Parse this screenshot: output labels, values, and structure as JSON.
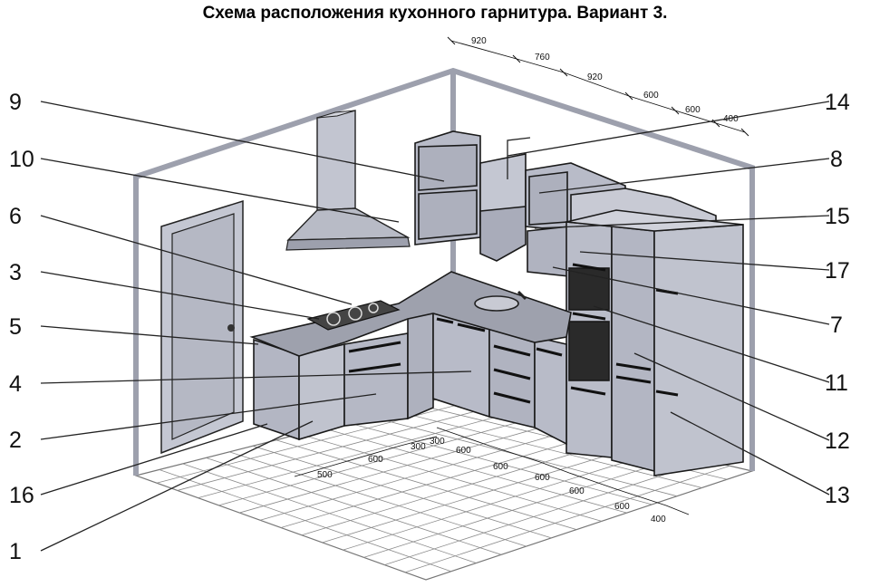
{
  "title": "Схема расположения кухонного гарнитура. Вариант 3.",
  "callouts": {
    "left": [
      "9",
      "10",
      "6",
      "3",
      "5",
      "4",
      "2",
      "16",
      "1"
    ],
    "right": [
      "14",
      "8",
      "15",
      "17",
      "7",
      "11",
      "12",
      "13"
    ]
  },
  "top_dimensions": [
    "920",
    "760",
    "920",
    "600",
    "600",
    "400"
  ],
  "floor_dimensions": {
    "left": [
      "500",
      "600",
      "300",
      "300"
    ],
    "right": [
      "600",
      "600",
      "600",
      "600",
      "600",
      "400"
    ]
  },
  "colors": {
    "cabinet": "#b8bbc8",
    "cabinet_dark": "#8f93a3",
    "wall_frame": "#a9acb8",
    "appliance": "#2a2a2a"
  }
}
